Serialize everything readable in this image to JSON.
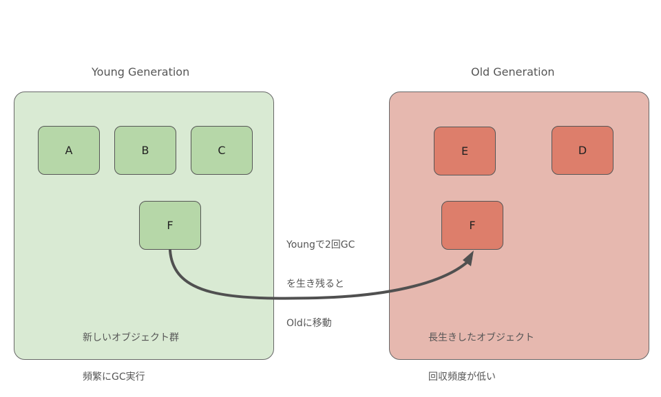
{
  "young": {
    "title": "Young Generation",
    "objects": [
      "A",
      "B",
      "C",
      "F"
    ],
    "note": [
      "新しいオブジェクト群",
      "頻繁にGC実行"
    ]
  },
  "old": {
    "title": "Old Generation",
    "objects": [
      "E",
      "D",
      "F"
    ],
    "note": [
      "長生きしたオブジェクト",
      "回収頻度が低い"
    ]
  },
  "promotion": {
    "label": [
      "Youngで2回GC",
      "を生き残ると",
      "Oldに移動"
    ]
  },
  "colors": {
    "young_panel": "#d9ead3",
    "young_object": "#b6d7a8",
    "old_panel": "#e6b8af",
    "old_object": "#dd7e6b",
    "arrow": "#505050"
  }
}
